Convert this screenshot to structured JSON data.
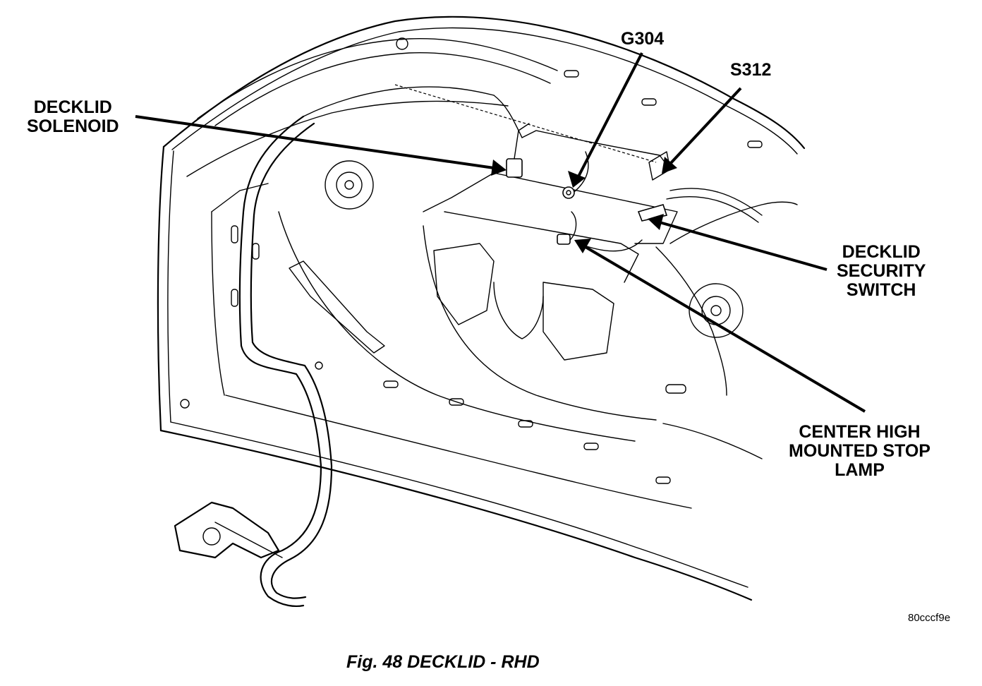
{
  "labels": {
    "g304": "G304",
    "s312": "S312",
    "decklid_solenoid": [
      "DECKLID",
      "SOLENOID"
    ],
    "decklid_security_switch": [
      "DECKLID",
      "SECURITY",
      "SWITCH"
    ],
    "center_high_mounted_stop_lamp": [
      "CENTER HIGH",
      "MOUNTED STOP",
      "LAMP"
    ]
  },
  "reference_code": "80cccf9e",
  "caption": "Fig. 48 DECKLID - RHD"
}
